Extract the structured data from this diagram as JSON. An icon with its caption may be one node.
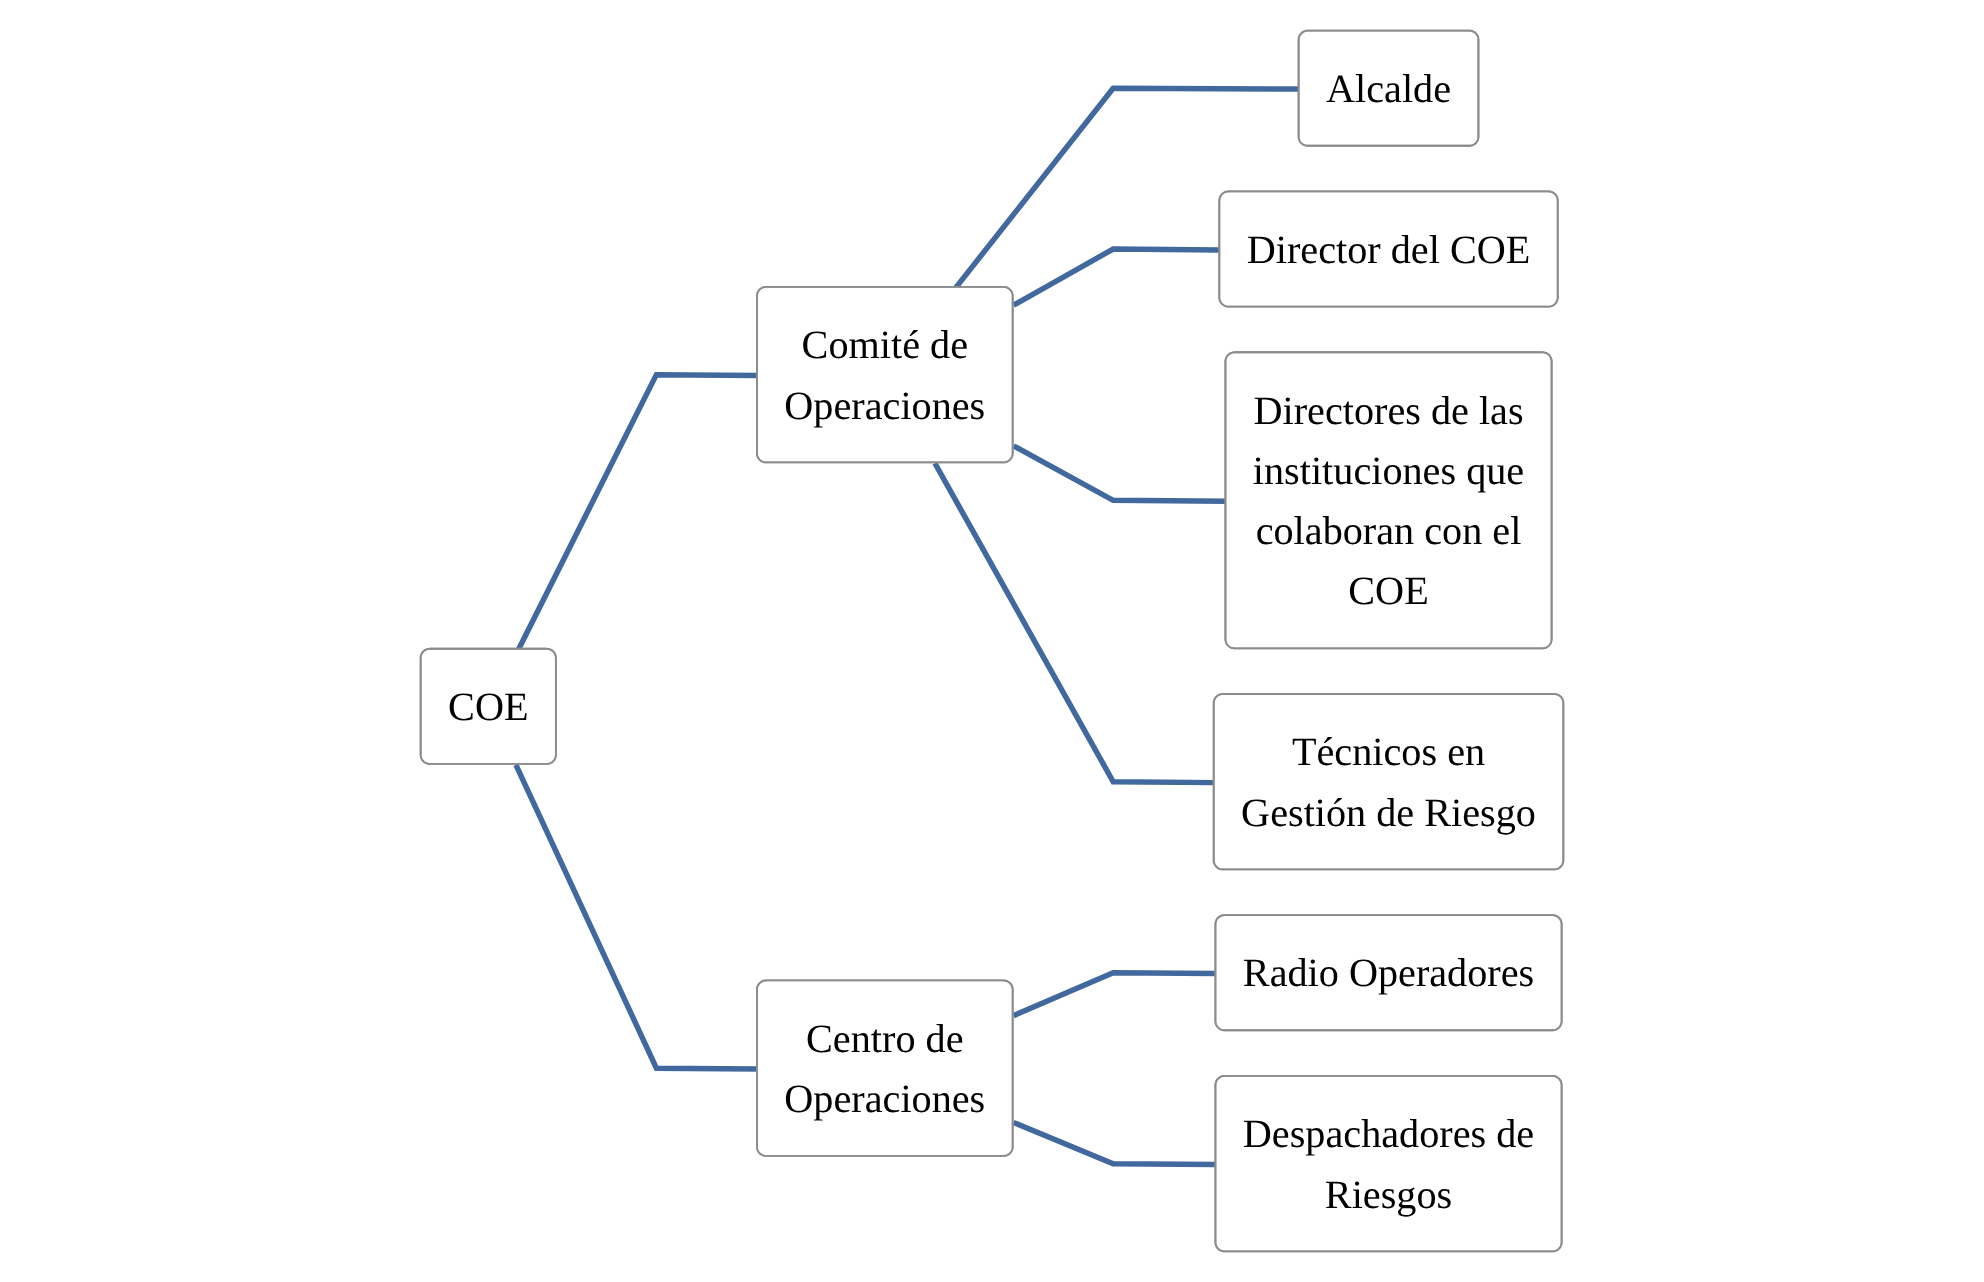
{
  "diagram": {
    "nodes": [
      {
        "text": [
          "COE"
        ]
      },
      {
        "text": [
          "Comité de Operaciones"
        ]
      },
      {
        "text": [
          "Alcalde"
        ]
      },
      {
        "text": [
          "Director del COE"
        ]
      },
      {
        "text": [
          "Directores de las instituciones que colaboran con el COE"
        ]
      },
      {
        "text": [
          "Técnicos en Gestión de Riesgo"
        ]
      },
      {
        "text": [
          "Centro de Operaciones"
        ]
      },
      {
        "text": [
          "Radio Operadores"
        ]
      },
      {
        "text": [
          "Despachadores de Riesgos"
        ]
      }
    ],
    "edges": [
      {
        "from": 0,
        "to": 1,
        "arrow": "none"
      },
      {
        "from": 0,
        "to": 6,
        "arrow": "none"
      },
      {
        "from": 1,
        "to": 2,
        "arrow": "none"
      },
      {
        "from": 1,
        "to": 3,
        "arrow": "none"
      },
      {
        "from": 1,
        "to": 4,
        "arrow": "none"
      },
      {
        "from": 1,
        "to": 5,
        "arrow": "none"
      },
      {
        "from": 6,
        "to": 7,
        "arrow": "none"
      },
      {
        "from": 6,
        "to": 8,
        "arrow": "none"
      }
    ]
  }
}
